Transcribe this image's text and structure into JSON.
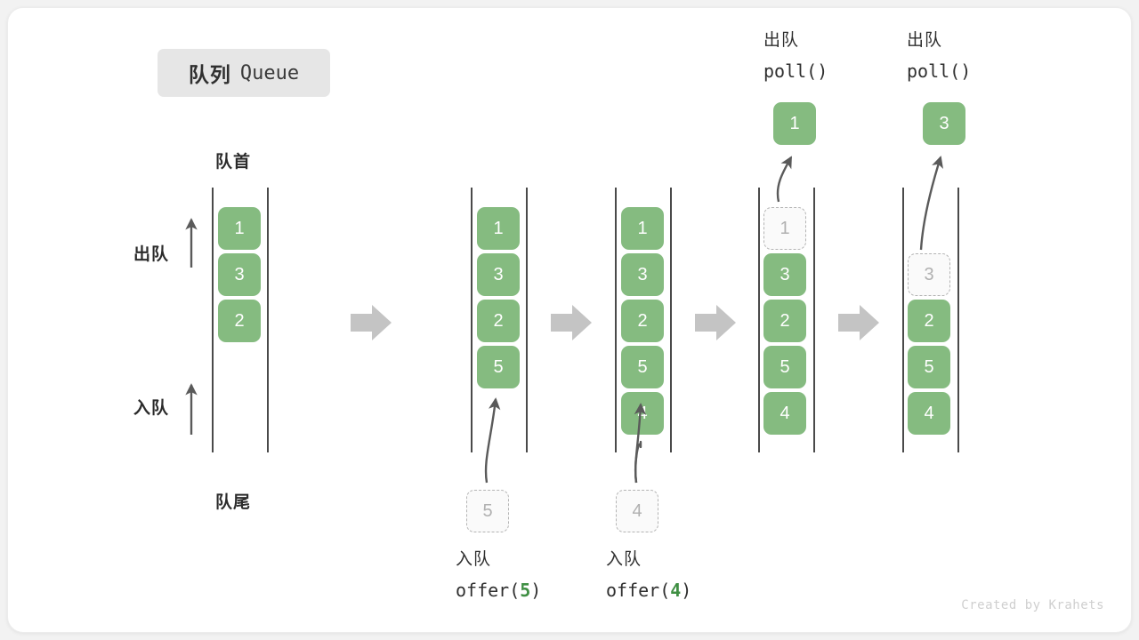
{
  "title": {
    "cn": "队列",
    "en": "Queue"
  },
  "labels": {
    "head": "队首",
    "tail": "队尾",
    "dequeue_side": "出队",
    "enqueue_side": "入队"
  },
  "colors": {
    "element_fill": "#85bb80",
    "element_text": "#ffffff",
    "ghost_fill": "#fafafa",
    "ghost_border": "#b4b4b4",
    "ghost_text": "#b0b0b0",
    "rail": "#4a4a4a",
    "stage_arrow": "#c4c4c4",
    "code_number": "#3f8f43",
    "badge_bg": "#e6e6e6"
  },
  "stages": [
    {
      "name": "initial",
      "items": [
        "1",
        "3",
        "2"
      ]
    },
    {
      "name": "after-offer-5",
      "items": [
        "1",
        "3",
        "2",
        "5"
      ]
    },
    {
      "name": "after-offer-4",
      "items": [
        "1",
        "3",
        "2",
        "5",
        "4"
      ]
    },
    {
      "name": "poll-1",
      "items": [
        "1",
        "3",
        "2",
        "5",
        "4"
      ],
      "ghost_index": 0
    },
    {
      "name": "poll-3",
      "items": [
        "3",
        "2",
        "5",
        "4"
      ],
      "ghost_index": 0
    }
  ],
  "operations": {
    "offer5": {
      "cn": "入队",
      "code_prefix": "offer(",
      "code_value": "5",
      "code_suffix": ")",
      "ghost_value": "5"
    },
    "offer4": {
      "cn": "入队",
      "code_prefix": "offer(",
      "code_value": "4",
      "code_suffix": ")",
      "ghost_value": "4"
    },
    "poll1": {
      "cn": "出队",
      "code": "poll()",
      "result": "1"
    },
    "poll3": {
      "cn": "出队",
      "code": "poll()",
      "result": "3"
    }
  },
  "footer": "Created by Krahets"
}
